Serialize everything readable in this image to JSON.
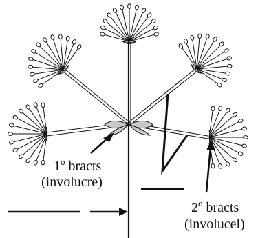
{
  "labels": {
    "primary_bracts": {
      "number": "1",
      "superscript": "o",
      "word": "bracts",
      "term": "(involucre)"
    },
    "secondary_bracts": {
      "number": "2",
      "superscript": "o",
      "word": "bracts",
      "term": "(involucel)"
    }
  },
  "colors": {
    "ink": "#111111",
    "bract_fill": "#c8c8c8",
    "flower_fill": "#ffffff"
  },
  "umbellets": [
    {
      "id": "top",
      "rays": 13
    },
    {
      "id": "upper-left",
      "rays": 13
    },
    {
      "id": "upper-right",
      "rays": 13
    },
    {
      "id": "lower-left",
      "rays": 13
    },
    {
      "id": "lower-right",
      "rays": 13
    }
  ]
}
